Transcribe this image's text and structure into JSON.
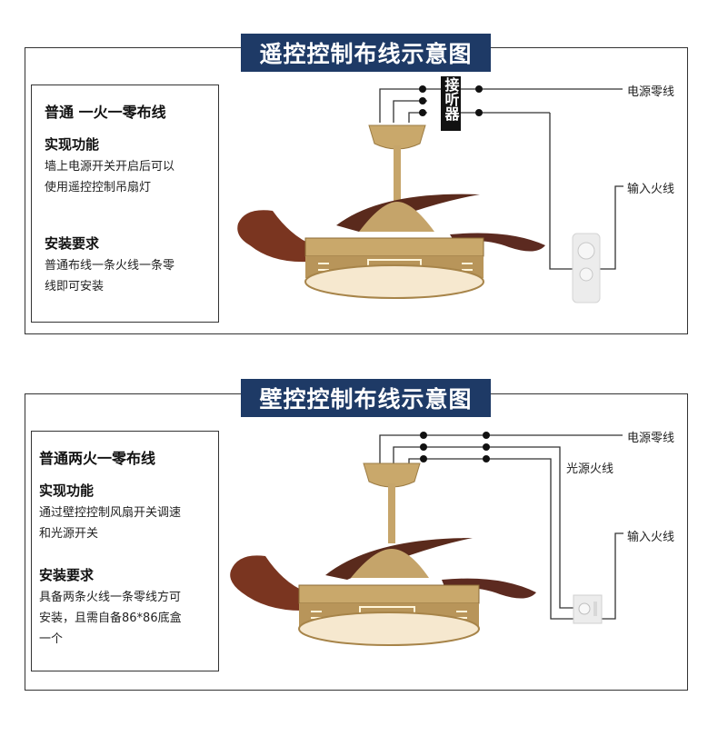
{
  "sections": [
    {
      "title": "遥控控制布线示意图",
      "info": {
        "heading": "普通 一火一零布线",
        "function_title": "实现功能",
        "function_lines": [
          "墙上电源开关开启后可以",
          "使用遥控控制吊扇灯"
        ],
        "requirement_title": "安装要求",
        "requirement_lines": [
          "普通布线一条火线一条零",
          "线即可安装"
        ]
      },
      "junction_label": "接听器",
      "wire_labels": {
        "neutral": "电源零线",
        "live_in": "输入火线"
      },
      "device": "remote-control"
    },
    {
      "title": "壁控控制布线示意图",
      "info": {
        "heading": "普通两火一零布线",
        "function_title": "实现功能",
        "function_lines": [
          "通过壁控控制风扇开关调速",
          "和光源开关"
        ],
        "requirement_title": "安装要求",
        "requirement_lines": [
          "具备两条火线一条零线方可",
          "安装，且需自备86*86底盒",
          "一个"
        ]
      },
      "wire_labels": {
        "neutral": "电源零线",
        "light_live": "光源火线",
        "live_in": "输入火线"
      },
      "device": "wall-switch"
    }
  ],
  "colors": {
    "banner": "#1e3a66",
    "brass": "#c8a86a",
    "blade": "#6b2e1f",
    "wire": "#333333"
  }
}
